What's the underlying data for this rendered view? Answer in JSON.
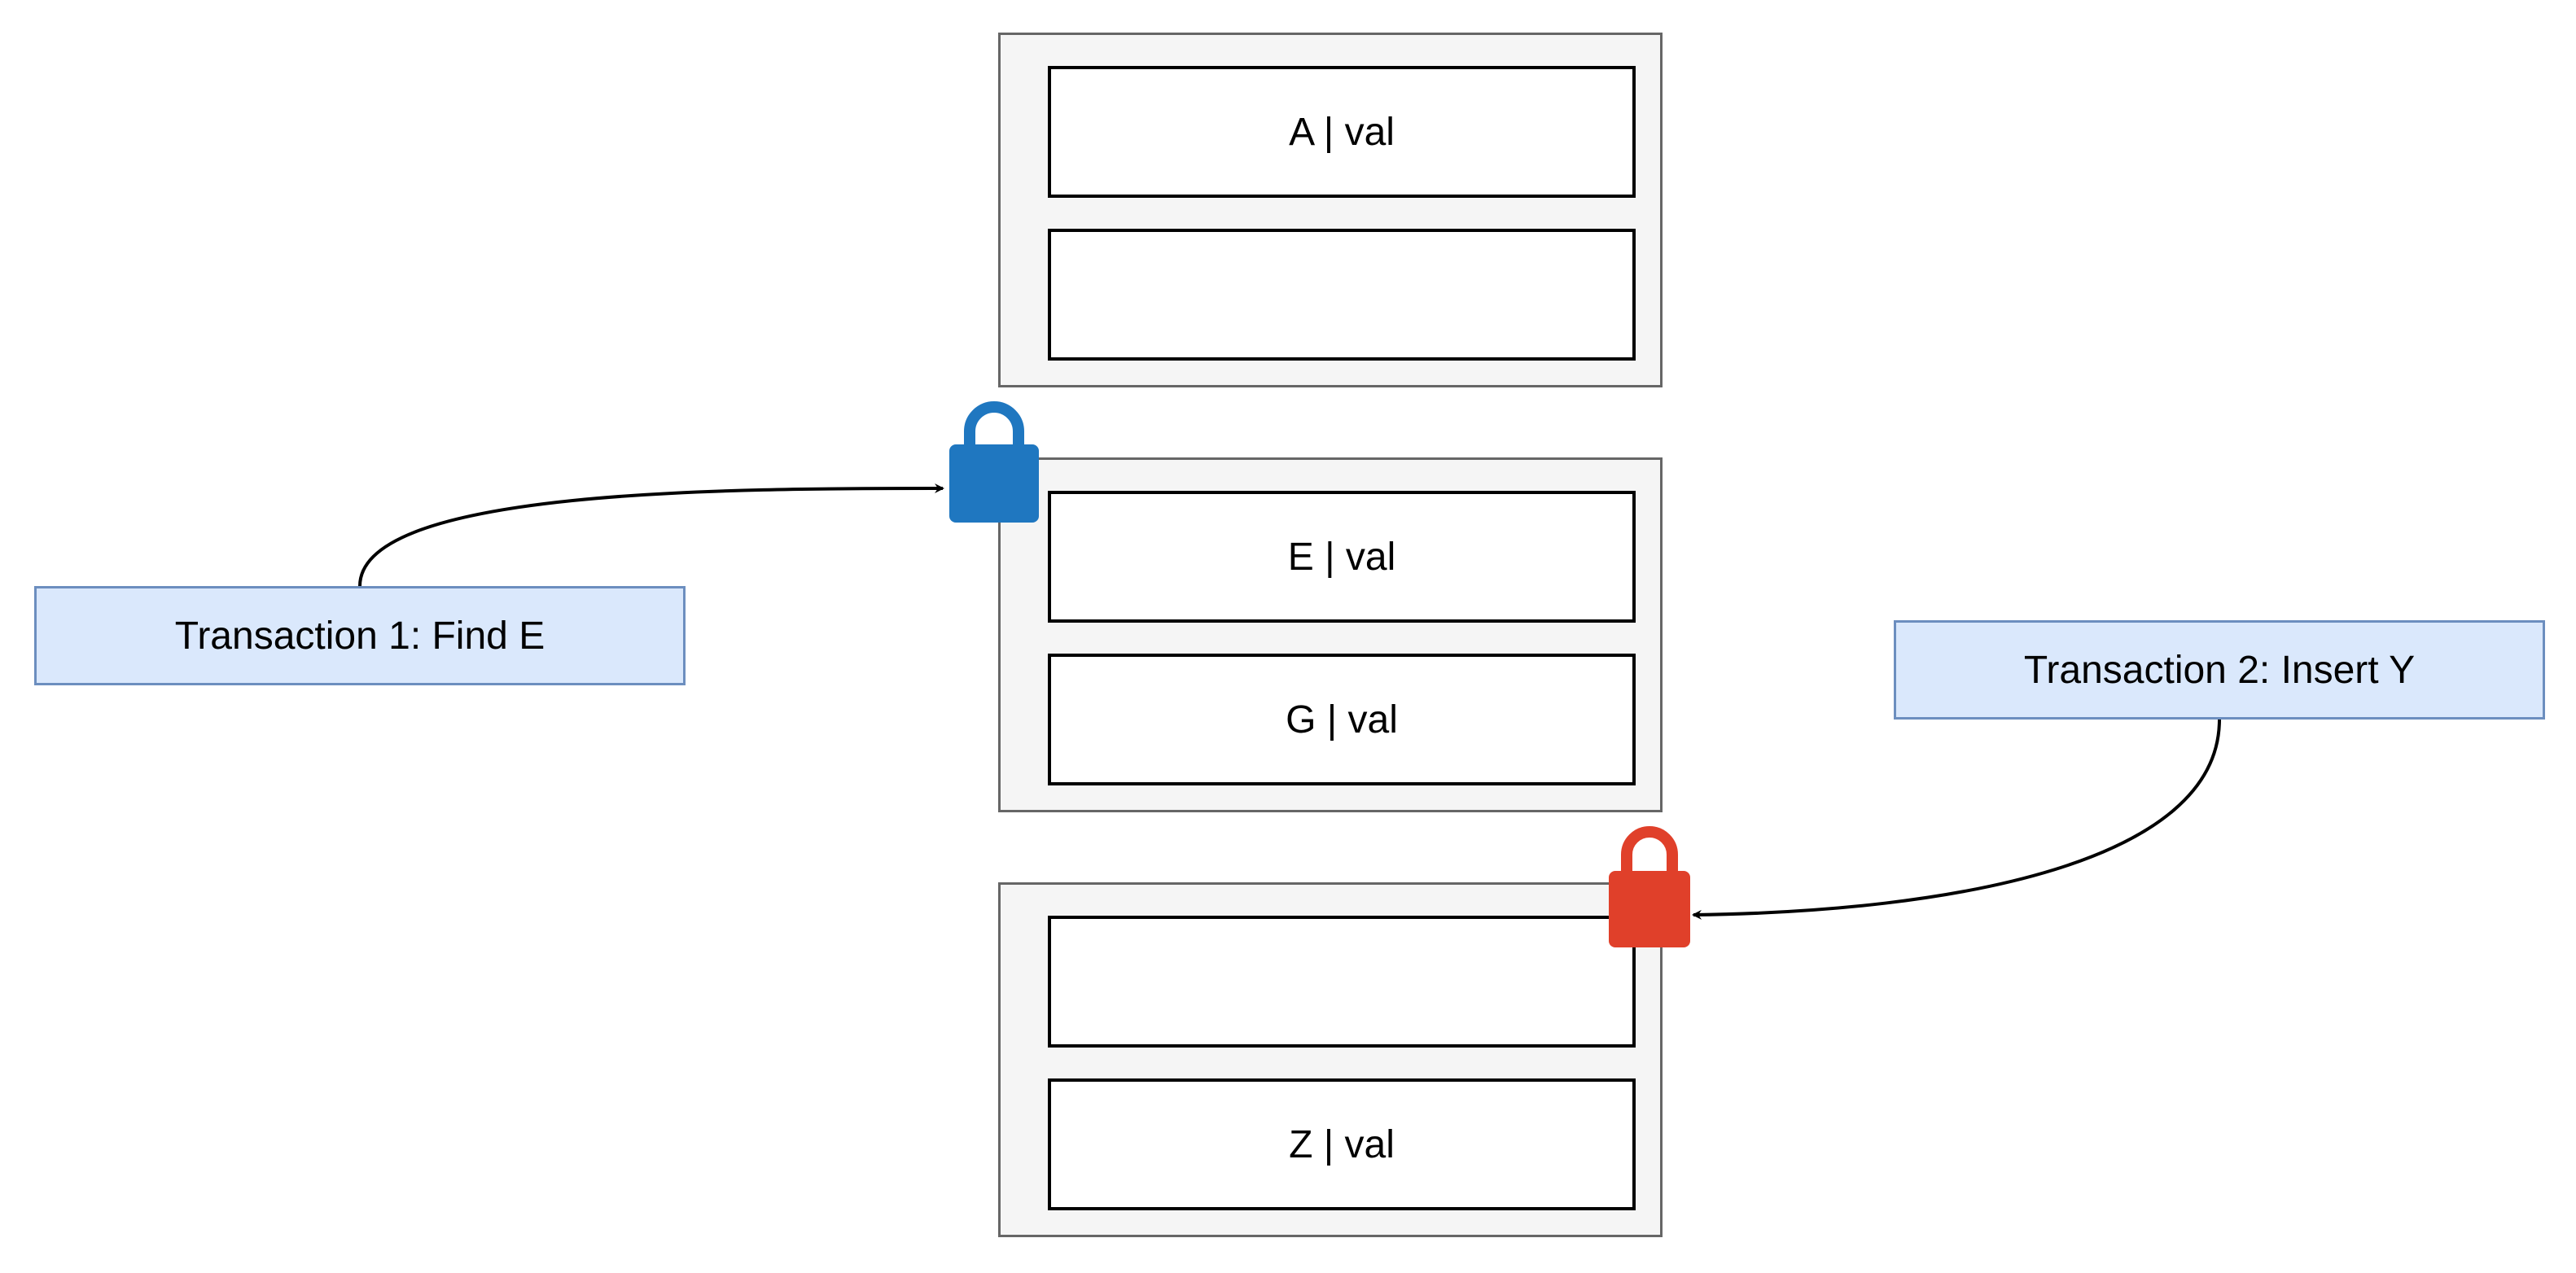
{
  "pages": [
    {
      "slots": [
        "A | val",
        ""
      ]
    },
    {
      "slots": [
        "E | val",
        "G | val"
      ]
    },
    {
      "slots": [
        "",
        "Z | val"
      ]
    }
  ],
  "transactions": [
    {
      "label": "Transaction 1: Find E",
      "lock_color": "#1f77c0"
    },
    {
      "label": "Transaction 2: Insert Y",
      "lock_color": "#e0402a"
    }
  ],
  "colors": {
    "page_fill": "#f5f5f5",
    "page_border": "#666666",
    "transaction_fill": "#dae8fc",
    "transaction_border": "#6c8ebf",
    "lock_blue": "#1f77c0",
    "lock_red": "#e0402a"
  },
  "icons": [
    "padlock-icon-blue",
    "padlock-icon-red"
  ]
}
